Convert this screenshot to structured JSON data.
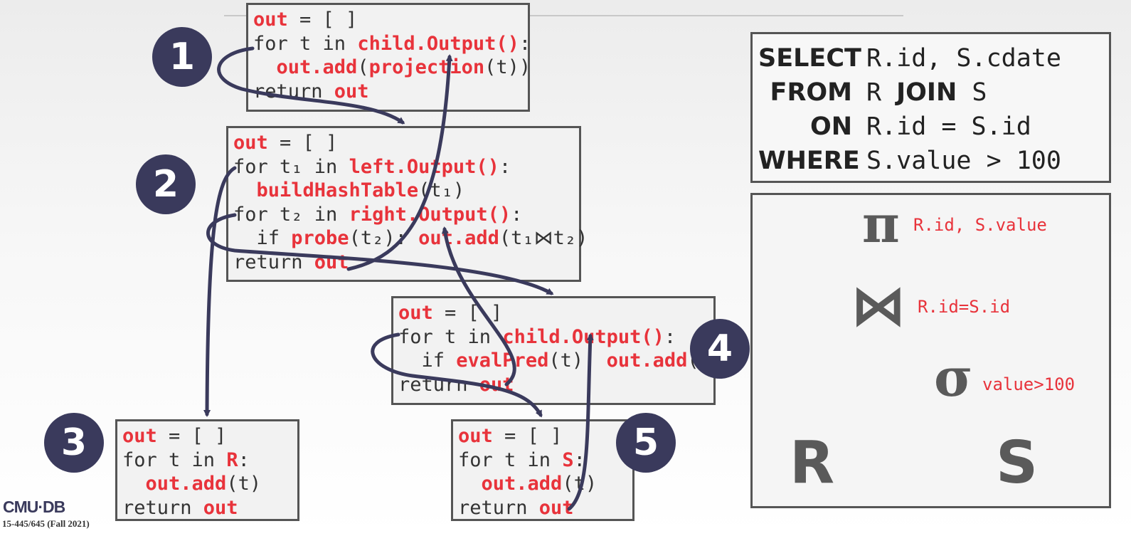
{
  "operators": {
    "op1": {
      "number": "1",
      "lines": [
        [
          {
            "t": "out",
            "k": true
          },
          {
            "t": " = [ ]"
          }
        ],
        [
          {
            "t": "for t in "
          },
          {
            "t": "child.Output()",
            "k": true
          },
          {
            "t": ":"
          }
        ],
        [
          {
            "t": "  "
          },
          {
            "t": "out.add",
            "k": true
          },
          {
            "t": "("
          },
          {
            "t": "projection",
            "k": true
          },
          {
            "t": "(t))"
          }
        ],
        [
          {
            "t": "return "
          },
          {
            "t": "out",
            "k": true
          }
        ]
      ]
    },
    "op2": {
      "number": "2",
      "lines": [
        [
          {
            "t": "out",
            "k": true
          },
          {
            "t": " = [ ]"
          }
        ],
        [
          {
            "t": "for t₁ in "
          },
          {
            "t": "left.Output()",
            "k": true
          },
          {
            "t": ":"
          }
        ],
        [
          {
            "t": "  "
          },
          {
            "t": "buildHashTable",
            "k": true
          },
          {
            "t": "(t₁)"
          }
        ],
        [
          {
            "t": "for t₂ in "
          },
          {
            "t": "right.Output()",
            "k": true
          },
          {
            "t": ":"
          }
        ],
        [
          {
            "t": "  if "
          },
          {
            "t": "probe",
            "k": true
          },
          {
            "t": "(t₂): "
          },
          {
            "t": "out.add",
            "k": true
          },
          {
            "t": "(t₁⋈t₂)"
          }
        ],
        [
          {
            "t": "return "
          },
          {
            "t": "out",
            "k": true
          }
        ]
      ]
    },
    "op3": {
      "number": "3",
      "lines": [
        [
          {
            "t": "out",
            "k": true
          },
          {
            "t": " = [ ]"
          }
        ],
        [
          {
            "t": "for t in "
          },
          {
            "t": "R",
            "k": true
          },
          {
            "t": ":"
          }
        ],
        [
          {
            "t": "  "
          },
          {
            "t": "out.add",
            "k": true
          },
          {
            "t": "(t)"
          }
        ],
        [
          {
            "t": "return "
          },
          {
            "t": "out",
            "k": true
          }
        ]
      ]
    },
    "op4": {
      "number": "4",
      "lines": [
        [
          {
            "t": "out",
            "k": true
          },
          {
            "t": " = [ ]"
          }
        ],
        [
          {
            "t": "for t in "
          },
          {
            "t": "child.Output()",
            "k": true
          },
          {
            "t": ":"
          }
        ],
        [
          {
            "t": "  if "
          },
          {
            "t": "evalPred",
            "k": true
          },
          {
            "t": "(t): "
          },
          {
            "t": "out.add",
            "k": true
          },
          {
            "t": "(t)"
          }
        ],
        [
          {
            "t": "return "
          },
          {
            "t": "out",
            "k": true
          }
        ]
      ]
    },
    "op5": {
      "number": "5",
      "lines": [
        [
          {
            "t": "out",
            "k": true
          },
          {
            "t": " = [ ]"
          }
        ],
        [
          {
            "t": "for t in "
          },
          {
            "t": "S",
            "k": true
          },
          {
            "t": ":"
          }
        ],
        [
          {
            "t": "  "
          },
          {
            "t": "out.add",
            "k": true
          },
          {
            "t": "(t)"
          }
        ],
        [
          {
            "t": "return "
          },
          {
            "t": "out",
            "k": true
          }
        ]
      ]
    }
  },
  "sql": {
    "rows": [
      {
        "kw": "SELECT",
        "rest": "R.id, S.cdate"
      },
      {
        "kw": "FROM",
        "rest": "R ",
        "kw2": "JOIN",
        "rest2": " S"
      },
      {
        "kw": "ON",
        "rest": "R.id = S.id"
      },
      {
        "kw": "WHERE",
        "rest": "S.value > 100"
      }
    ]
  },
  "plan": {
    "projection_symbol": "π",
    "projection_label": "R.id, S.value",
    "join_symbol": "⋈",
    "join_label": "R.id=S.id",
    "selection_symbol": "σ",
    "selection_label": "value>100",
    "left_leaf": "R",
    "right_leaf": "S"
  },
  "footer": {
    "logo": "CMU·DB",
    "course": "15-445/645 (Fall 2021)"
  },
  "colors": {
    "accent": "#e8333b",
    "badge": "#3a3a5c",
    "arrow": "#3a3a5c"
  }
}
